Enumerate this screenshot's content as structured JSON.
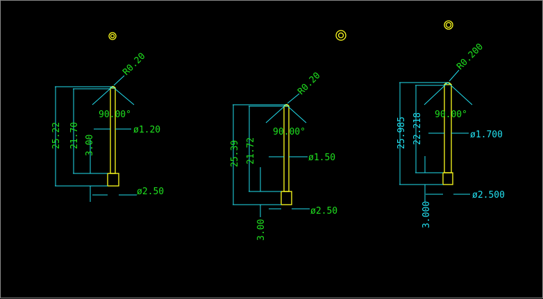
{
  "colors": {
    "background": "#000000",
    "outline": "#ffff20",
    "dimension": "#22e0f0",
    "text_green": "#1fe01f"
  },
  "parts": [
    {
      "overall": "25.22",
      "shaft": "21.70",
      "shoulder": "3.00",
      "angle": "90.00°",
      "pin_dia": "ø1.20",
      "base_dia": "ø2.50",
      "radius": "R0.20"
    },
    {
      "overall": "25.39",
      "shaft": "21.72",
      "shoulder": "3.00",
      "angle": "90.00°",
      "pin_dia": "ø1.50",
      "base_dia": "ø2.50",
      "radius": "R0.20"
    },
    {
      "overall": "25.985",
      "shaft": "22.218",
      "shoulder": "3.000",
      "angle": "90.00°",
      "pin_dia": "ø1.700",
      "base_dia": "ø2.500",
      "radius": "R0.200"
    }
  ]
}
